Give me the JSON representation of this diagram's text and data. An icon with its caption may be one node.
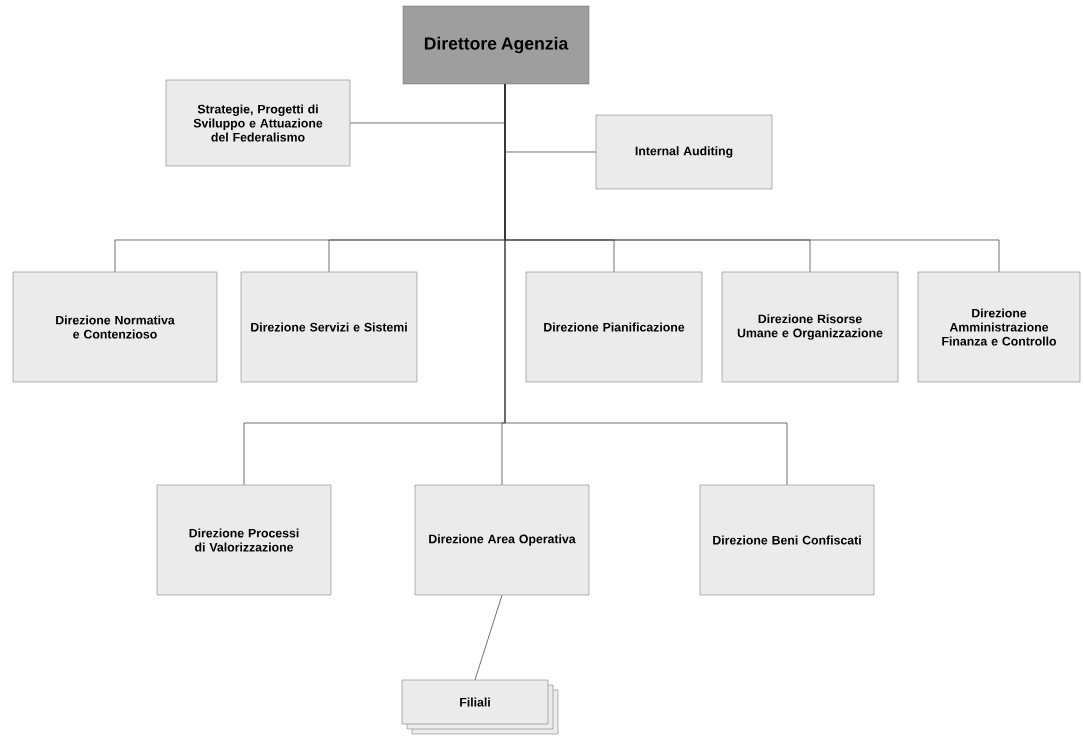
{
  "diagram": {
    "nodes": [
      {
        "text": [
          "Direttore Agenzia"
        ]
      },
      {
        "text": [
          "Strategie, Progetti di Sviluppo e Attuazione del Federalismo"
        ]
      },
      {
        "text": [
          "Internal Auditing"
        ]
      },
      {
        "text": [
          "Direzione Normativa e Contenzioso"
        ]
      },
      {
        "text": [
          "Direzione Servizi e Sistemi"
        ]
      },
      {
        "text": [
          "Direzione Pianificazione"
        ]
      },
      {
        "text": [
          "Direzione Risorse Umane e Organizzazione"
        ]
      },
      {
        "text": [
          "Direzione Amministrazione Finanza e Controllo"
        ]
      },
      {
        "text": [
          "Direzione Processi di Valorizzazione"
        ]
      },
      {
        "text": [
          "Direzione Area Operativa"
        ]
      },
      {
        "text": [
          "Direzione Beni Confiscati"
        ]
      },
      {
        "text": [
          "Filiali"
        ]
      }
    ],
    "edges": [
      {
        "from": 0,
        "to": 1,
        "arrow": "none"
      },
      {
        "from": 0,
        "to": 2,
        "arrow": "none"
      },
      {
        "from": 0,
        "to": 3,
        "arrow": "none"
      },
      {
        "from": 0,
        "to": 4,
        "arrow": "none"
      },
      {
        "from": 0,
        "to": 5,
        "arrow": "none"
      },
      {
        "from": 0,
        "to": 6,
        "arrow": "none"
      },
      {
        "from": 0,
        "to": 7,
        "arrow": "none"
      },
      {
        "from": 0,
        "to": 8,
        "arrow": "none"
      },
      {
        "from": 0,
        "to": 9,
        "arrow": "none"
      },
      {
        "from": 0,
        "to": 10,
        "arrow": "none"
      },
      {
        "from": 9,
        "to": 11,
        "arrow": "none"
      }
    ]
  }
}
